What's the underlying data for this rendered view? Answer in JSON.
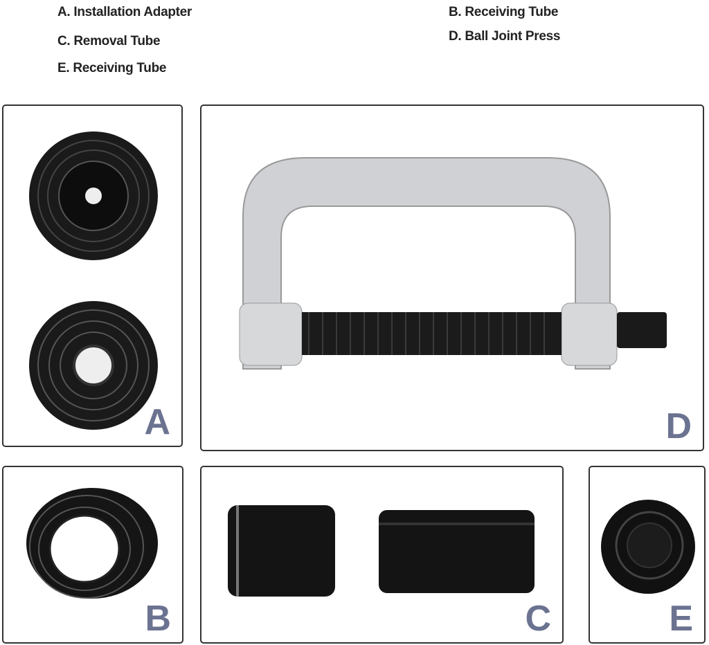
{
  "legend": {
    "a": "A. Installation Adapter",
    "b": "B. Receiving Tube",
    "c": "C. Removal Tube",
    "d": "D. Ball Joint Press",
    "e": "E. Receiving Tube"
  },
  "panels": {
    "a": "A",
    "b": "B",
    "c": "C",
    "d": "D",
    "e": "E"
  },
  "colors": {
    "letter": "#6b7391",
    "border": "#333333"
  }
}
